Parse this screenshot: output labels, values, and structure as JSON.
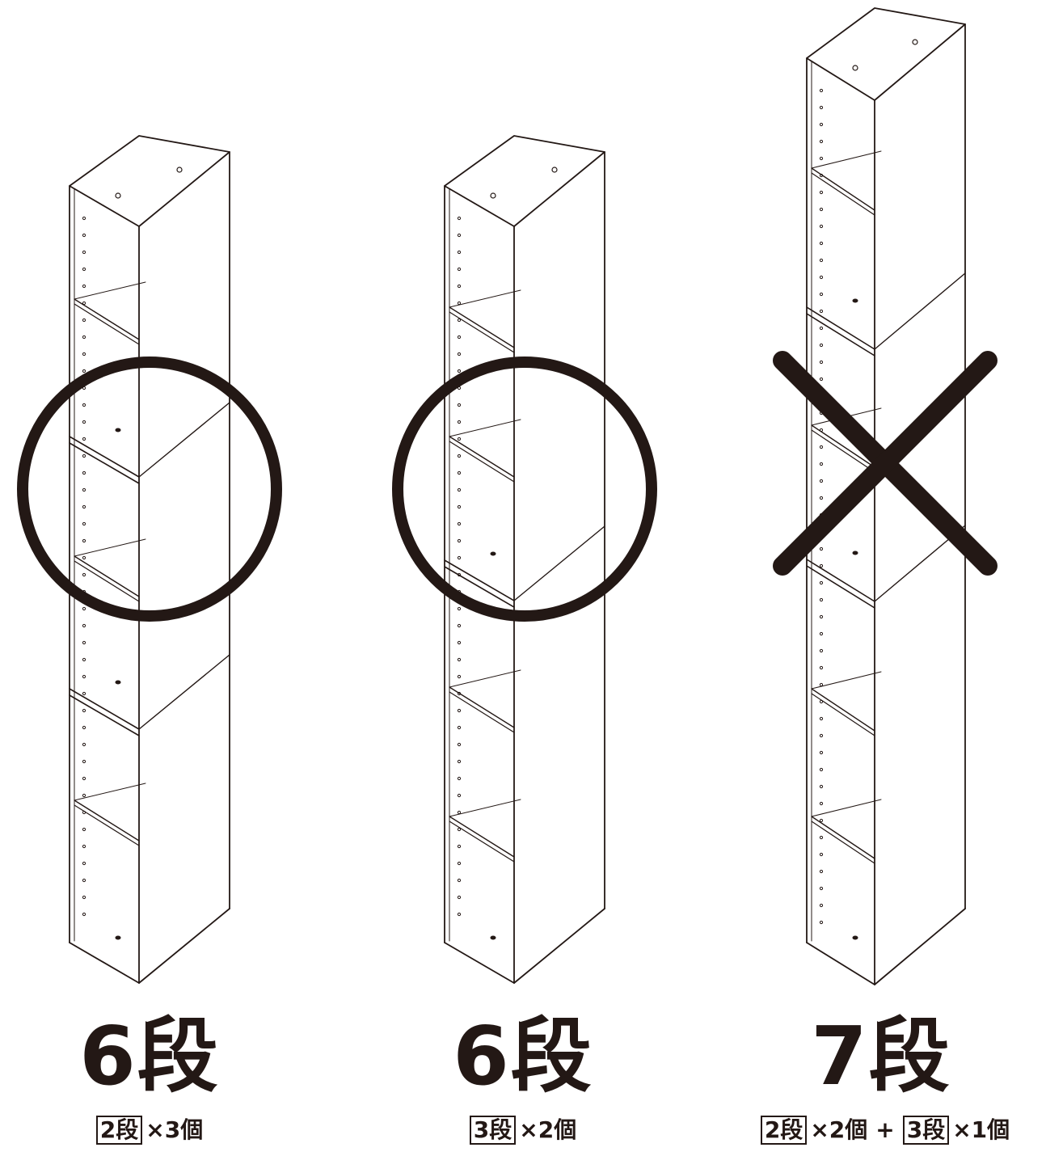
{
  "colors": {
    "ink": "#231815",
    "paper": "#ffffff"
  },
  "configs": [
    {
      "total": "6段",
      "combo": [
        {
          "unit": "2段",
          "count": "×3個"
        }
      ],
      "mark": "circle"
    },
    {
      "total": "6段",
      "combo": [
        {
          "unit": "3段",
          "count": "×2個"
        }
      ],
      "mark": "circle"
    },
    {
      "total": "7段",
      "combo": [
        {
          "unit": "2段",
          "count": "×2個"
        },
        {
          "unit": "3段",
          "count": "×1個"
        }
      ],
      "plus": "+",
      "mark": "cross"
    }
  ]
}
